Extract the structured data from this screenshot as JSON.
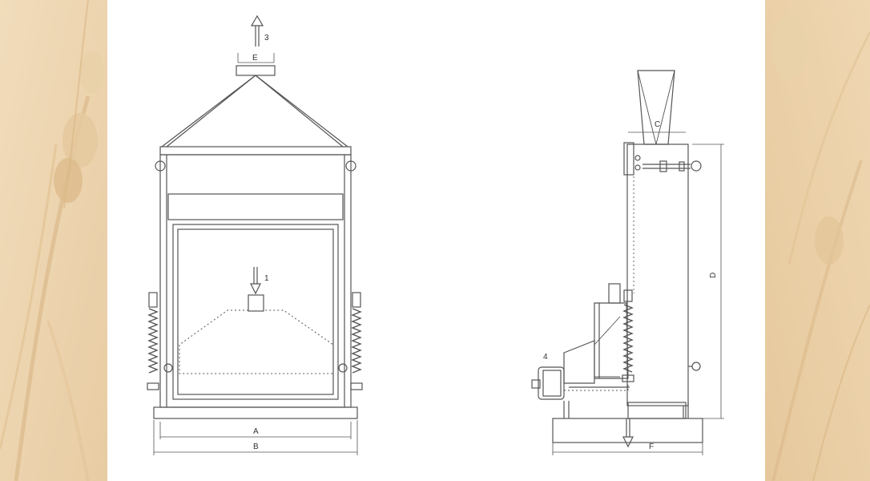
{
  "diagram": {
    "front_view": {
      "dimension_labels": {
        "width_inner": "A",
        "width_overall": "B",
        "top_outlet": "E"
      },
      "callouts": {
        "outlet_arrow": "3",
        "inlet_arrow": "1"
      }
    },
    "side_view": {
      "dimension_labels": {
        "top_width": "C",
        "height": "D",
        "base_width": "F"
      },
      "callouts": {
        "motor": "4"
      }
    }
  },
  "colors": {
    "background_panel": "#efd9b6",
    "line": "#555555",
    "paper": "#ffffff"
  }
}
